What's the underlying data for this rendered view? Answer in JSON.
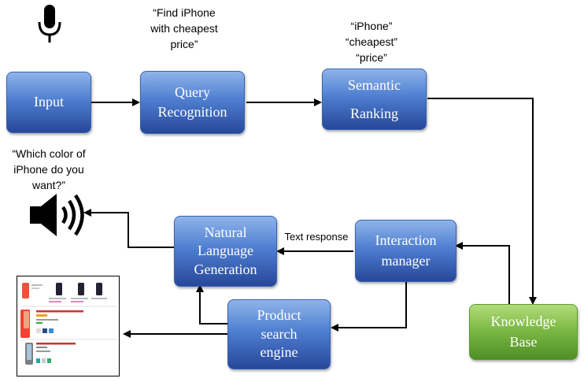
{
  "nodes": {
    "input": "Input",
    "query_recognition": "Query\nRecognition",
    "semantic_ranking": "Semantic\nRanking",
    "knowledge_base": "Knowledge\nBase",
    "interaction_manager": "Interaction\nmanager",
    "nlg": "Natural\nLanguage\nGeneration",
    "product_search": "Product\nsearch\nengine"
  },
  "annotations": {
    "query_text": "“Find iPhone\nwith cheapest\nprice”",
    "keywords": "“iPhone”\n“cheapest”\n“price”",
    "response_question": "“Which color of\niPhone do you\nwant?”",
    "text_response_label": "Text response"
  },
  "icons": {
    "input_icon": "microphone-icon",
    "output_icon": "speaker-icon",
    "result_image": "product-listing-screenshot"
  },
  "colors": {
    "blue_box": "#4f7fd0",
    "green_box": "#7cba45",
    "arrow": "#000000"
  }
}
